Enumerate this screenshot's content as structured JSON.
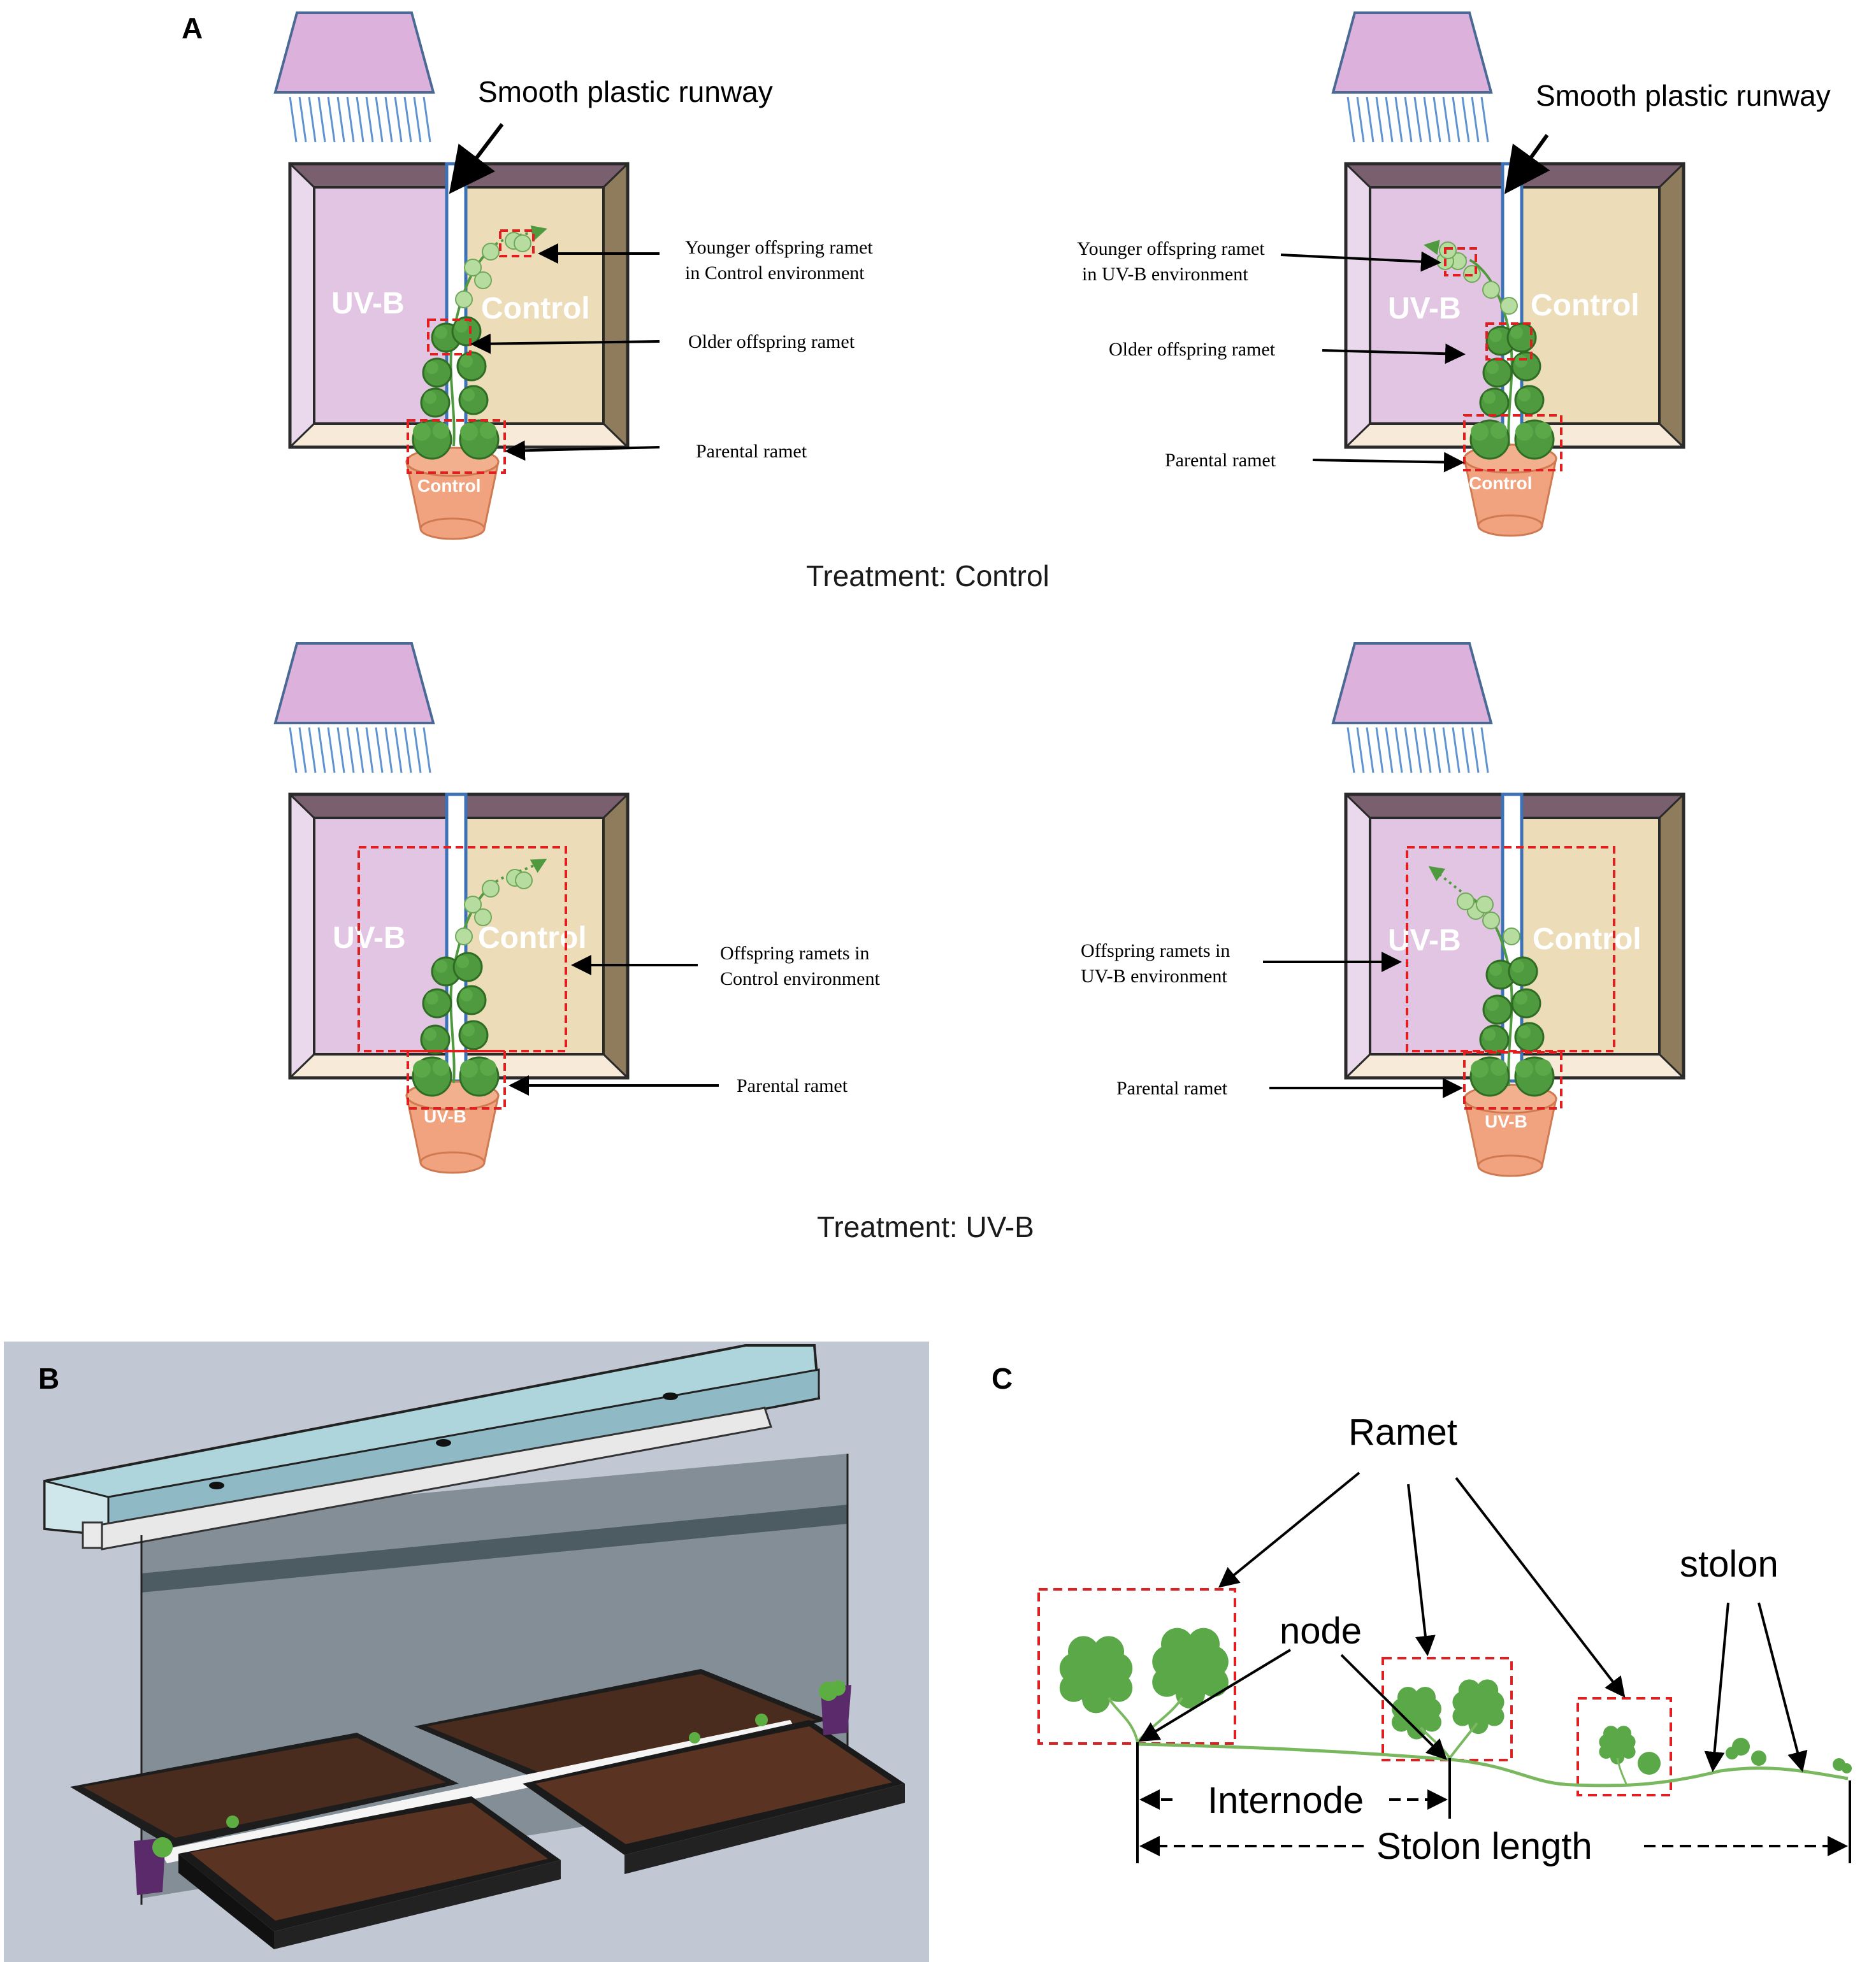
{
  "panel_labels": {
    "a": "A",
    "b": "B",
    "c": "C"
  },
  "panel_a": {
    "treatments": [
      {
        "title": "Treatment: Control",
        "pot_label": "Control",
        "left": {
          "runway_label": "Smooth plastic runway",
          "zones": {
            "uvb": "UV-B",
            "control": "Control"
          },
          "labels": [
            "Younger offspring ramet",
            "in Control environment",
            "Older offspring ramet",
            "Parental  ramet"
          ]
        },
        "right": {
          "runway_label": "Smooth plastic runway",
          "zones": {
            "uvb": "UV-B",
            "control": "Control"
          },
          "labels": [
            "Younger offspring ramet",
            "in UV-B environment",
            "Older offspring ramet",
            "Parental  ramet"
          ]
        }
      },
      {
        "title": "Treatment: UV-B",
        "pot_label": "UV-B",
        "left": {
          "zones": {
            "uvb": "UV-B",
            "control": "Control"
          },
          "labels": [
            "Offspring ramets in",
            "Control environment",
            "Parental  ramet"
          ]
        },
        "right": {
          "zones": {
            "uvb": "UV-B",
            "control": "Control"
          },
          "labels": [
            "Offspring ramets in",
            "UV-B environment",
            "Parental  ramet"
          ]
        }
      }
    ]
  },
  "panel_c": {
    "ramet": "Ramet",
    "stolon": "stolon",
    "node": "node",
    "internode": "Internode",
    "stolon_length": "Stolon length"
  },
  "colors": {
    "uvb_zone": "#e2c5e3",
    "control_zone": "#ecdcb8",
    "lamp": "#dcb2dc",
    "runway": "#4f7fb8",
    "pot": "#f0a37e",
    "leaf_dark": "#4f9a3e",
    "leaf_light": "#b7dca0",
    "dashed_box": "#e02020",
    "photo_bg": "#c2c7d4"
  }
}
